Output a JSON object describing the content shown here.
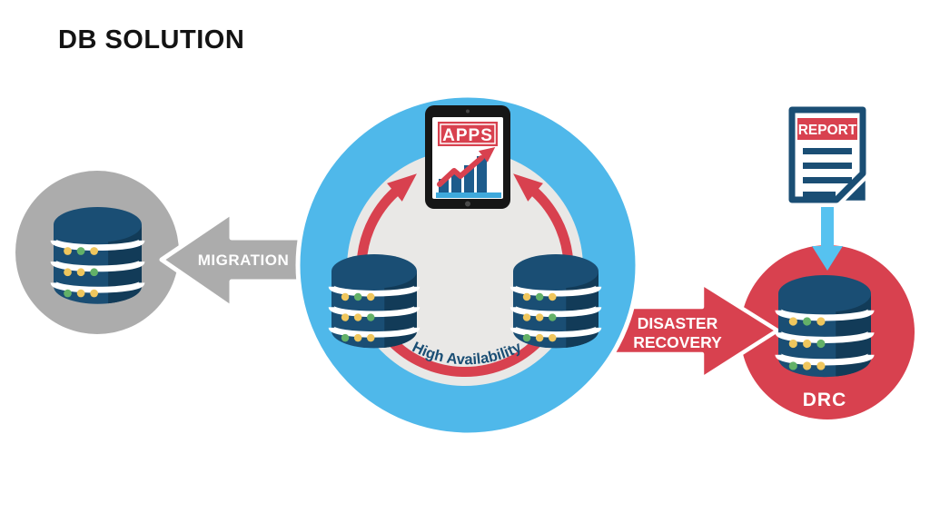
{
  "title": "DB SOLUTION",
  "colors": {
    "blue": "#4FB8EA",
    "sky": "#56C2F0",
    "red": "#D8414F",
    "gray": "#ACACAC",
    "lightgray": "#E9E8E6",
    "navy": "#1A4E74",
    "darknavy": "#123B58",
    "yellow": "#EFC65D",
    "green": "#63B168",
    "bar": "#1E5C8C",
    "barbase": "#3FA9DC",
    "tablet": "#161616"
  },
  "center": {
    "label": "High Availability",
    "apps_label": "APPS"
  },
  "arrows": {
    "migration": "MIGRATION",
    "disaster_line1": "DISASTER",
    "disaster_line2": "RECOVERY"
  },
  "right": {
    "report_label": "REPORT",
    "drc_label": "DRC"
  }
}
